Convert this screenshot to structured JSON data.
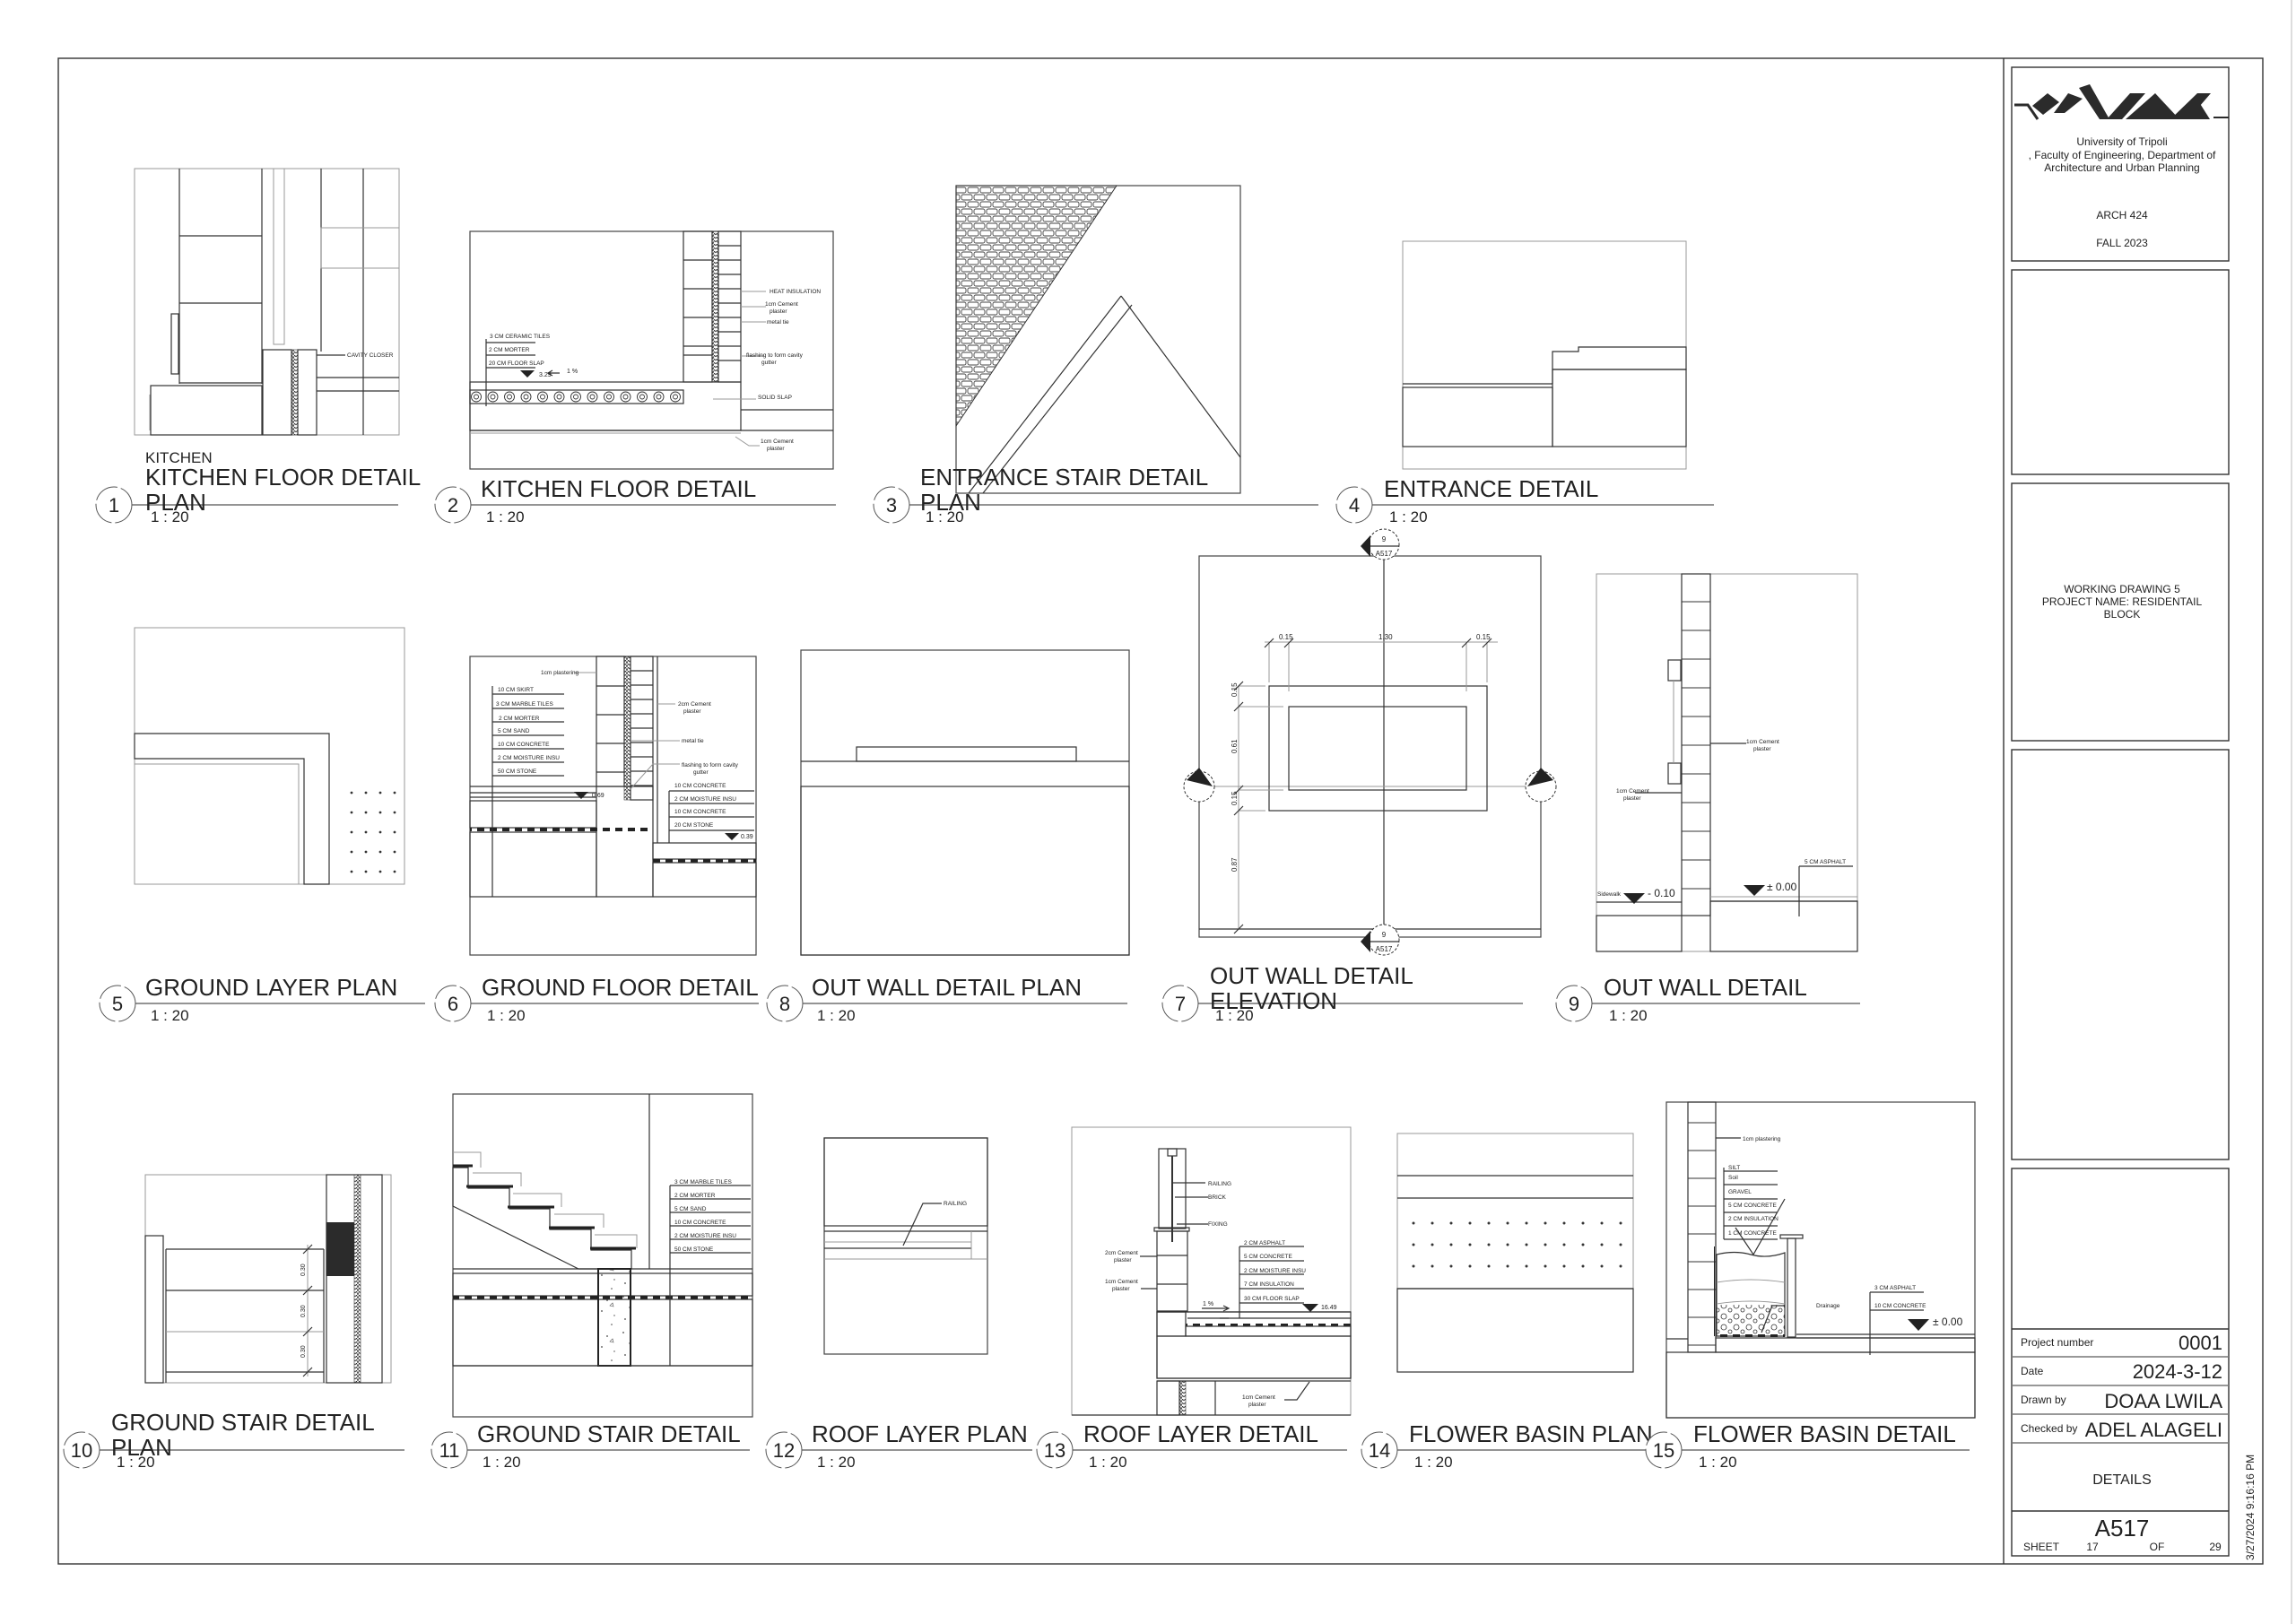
{
  "sheet": {
    "logo_text": "UOT",
    "university": "University of Tripoli",
    "faculty": ", Faculty of Engineering, Department of",
    "department": "Architecture and Urban Planning",
    "course": "ARCH 424",
    "term": "FALL 2023",
    "project_line1": "WORKING DRAWING 5",
    "project_line2": "PROJECT NAME: RESIDENTAIL",
    "project_line3": "BLOCK",
    "project_number_label": "Project number",
    "project_number": "0001",
    "date_label": "Date",
    "date": "2024-3-12",
    "drawn_by_label": "Drawn by",
    "drawn_by": "DOAA LWILA",
    "checked_by_label": "Checked by",
    "checked_by": "ADEL ALAGELI",
    "sheet_title": "DETAILS",
    "sheet_number": "A517",
    "sheet_label": "SHEET",
    "sheet_index": "17",
    "of_label": "OF",
    "sheet_total": "29",
    "timestamp": "3/27/2024 9:16:16 PM"
  },
  "details": {
    "1": {
      "num": "1",
      "title": [
        "KITCHEN FLOOR DETAIL",
        "PLAN"
      ],
      "room": "KITCHEN",
      "scale": "1 : 20",
      "notes": [
        "CAVITY CLOSER"
      ]
    },
    "2": {
      "num": "2",
      "title": [
        "KITCHEN FLOOR DETAIL"
      ],
      "scale": "1 : 20",
      "notes": [
        "HEAT INSULATION",
        "1cm Cement",
        "plaster",
        "metal tie",
        "flashing to form cavity",
        "gutter",
        "3 CM CERAMIC TILES",
        "2 CM MORTER",
        "20 CM FLOOR SLAP",
        "3.29",
        "1 %",
        "SOLID SLAP",
        "1cm Cement",
        "plaster"
      ]
    },
    "3": {
      "num": "3",
      "title": [
        "ENTRANCE STAIR DETAIL",
        "PLAN"
      ],
      "scale": "1 : 20",
      "notes": []
    },
    "4": {
      "num": "4",
      "title": [
        "ENTRANCE DETAIL"
      ],
      "scale": "1 : 20",
      "notes": []
    },
    "5": {
      "num": "5",
      "title": [
        "GROUND LAYER PLAN"
      ],
      "scale": "1 : 20",
      "notes": []
    },
    "6": {
      "num": "6",
      "title": [
        "GROUND FLOOR DETAIL"
      ],
      "scale": "1 : 20",
      "notes": [
        "1cm plastering",
        "10 CM SKIRT",
        "3 CM MARBLE TILES",
        "2 CM MORTER",
        "5 CM SAND",
        "10 CM CONCRETE",
        "2 CM MOISTURE INSU",
        "50 CM STONE",
        "2cm Cement",
        "plaster",
        "metal tie",
        "flashing to form cavity",
        "gutter",
        "0.69",
        "10 CM CONCRETE",
        "2 CM MOISTURE INSU",
        "10 CM CONCRETE",
        "20 CM STONE",
        "0.39"
      ]
    },
    "7": {
      "num": "7",
      "title": [
        "OUT WALL DETAIL",
        "ELEVATION"
      ],
      "scale": "1 : 20",
      "notes": [
        "0.15",
        "1.30",
        "0.15",
        "0.15",
        "0.61",
        "0.15",
        "0.87",
        "9",
        "A517",
        "9",
        "A517"
      ]
    },
    "8": {
      "num": "8",
      "title": [
        "OUT WALL DETAIL PLAN"
      ],
      "scale": "1 : 20",
      "notes": []
    },
    "9": {
      "num": "9",
      "title": [
        "OUT WALL DETAIL"
      ],
      "scale": "1 : 20",
      "notes": [
        "1cm Cement",
        "plaster",
        "1cm Cement",
        "plaster",
        "5 CM ASPHALT",
        "Sidewalk",
        "- 0.10",
        "± 0.00"
      ]
    },
    "10": {
      "num": "10",
      "title": [
        "GROUND STAIR DETAIL",
        "PLAN"
      ],
      "scale": "1 : 20",
      "notes": [
        "0.30",
        "0.30",
        "0.30"
      ]
    },
    "11": {
      "num": "11",
      "title": [
        "GROUND STAIR DETAIL"
      ],
      "scale": "1 : 20",
      "notes": [
        "3 CM MARBLE TILES",
        "2 CM MORTER",
        "5 CM SAND",
        "10 CM CONCRETE",
        "2 CM MOISTURE INSU",
        "50 CM STONE"
      ]
    },
    "12": {
      "num": "12",
      "title": [
        "ROOF LAYER  PLAN"
      ],
      "scale": "1 : 20",
      "notes": [
        "RAILING"
      ]
    },
    "13": {
      "num": "13",
      "title": [
        "ROOF LAYER DETAIL"
      ],
      "scale": "1 : 20",
      "notes": [
        "RAILING",
        "BRICK",
        "FIXING",
        "2cm Cement",
        "plaster",
        "1cm Cement",
        "plaster",
        "2 CM ASPHALT",
        "5 CM CONCRETE",
        "2 CM MOISTURE INSU",
        "7 CM INSULATION",
        "30 CM FLOOR SLAP",
        "1 %",
        "16.49",
        "1cm Cement",
        "plaster"
      ]
    },
    "14": {
      "num": "14",
      "title": [
        "FLOWER BASIN PLAN"
      ],
      "scale": "1 : 20",
      "notes": []
    },
    "15": {
      "num": "15",
      "title": [
        "FLOWER BASIN DETAIL"
      ],
      "scale": "1 : 20",
      "notes": [
        "1cm plastering",
        "SILT",
        "Soil",
        "GRAVEL",
        "5 CM CONCRETE",
        "2 CM INSULATION",
        "1 CM CONCRETE",
        "Drainage",
        "3 CM ASPHALT",
        "10 CM CONCRETE",
        "± 0.00"
      ]
    }
  },
  "colors": {
    "ink": "#333333",
    "fill_dark": "#2b2b2b",
    "paper": "#ffffff"
  }
}
